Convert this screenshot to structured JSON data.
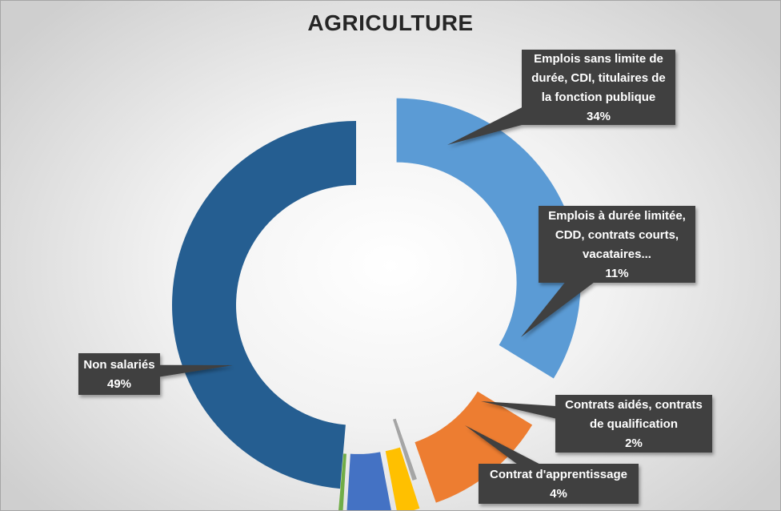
{
  "chart_data": {
    "type": "pie",
    "title": "AGRICULTURE",
    "slices": [
      {
        "label": [
          "Emplois sans limite de",
          "durée, CDI, titulaires de",
          "la fonction publique"
        ],
        "value_label": "34%",
        "value": 34,
        "color": "#5b9bd5"
      },
      {
        "label": [
          "Emplois à durée limitée,",
          "CDD, contrats courts,",
          "vacataires..."
        ],
        "value_label": "11%",
        "value": 11,
        "color": "#ed7d31"
      },
      {
        "label": [
          "",
          ""
        ],
        "value_label": "",
        "value": 0.4,
        "color": "#a5a5a5"
      },
      {
        "label": [
          "Contrats aidés, contrats",
          "de qualification"
        ],
        "value_label": "2%",
        "value": 2,
        "color": "#ffc000"
      },
      {
        "label": [
          "Contrat d'apprentissage"
        ],
        "value_label": "4%",
        "value": 4,
        "color": "#4472c4"
      },
      {
        "label": [
          ""
        ],
        "value_label": "",
        "value": 0.4,
        "color": "#70ad47"
      },
      {
        "label": [
          "Non salariés"
        ],
        "value_label": "49%",
        "value": 49,
        "color": "#255e91"
      }
    ]
  }
}
